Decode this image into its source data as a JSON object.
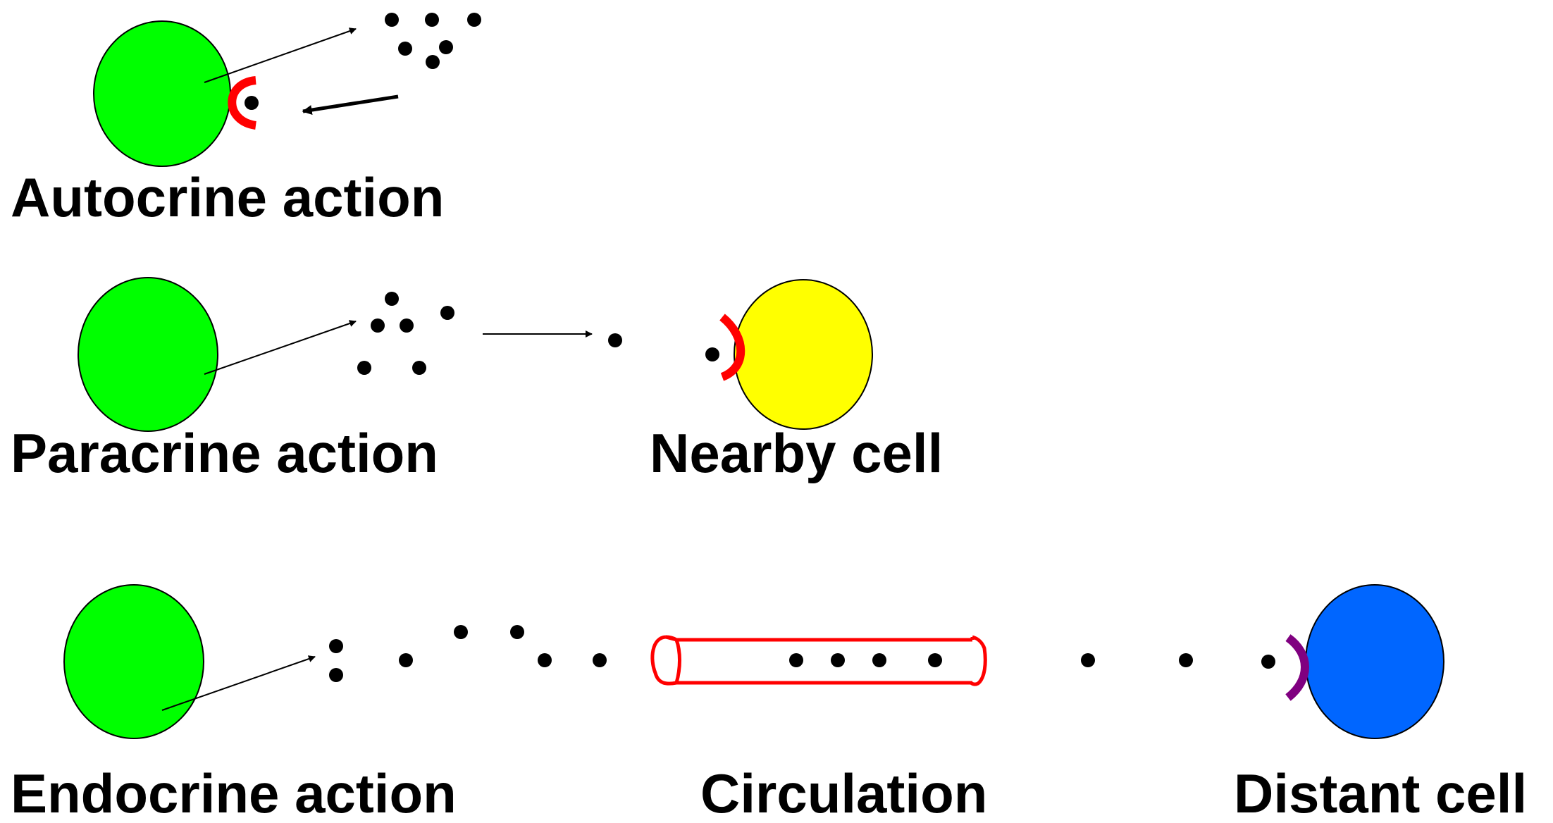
{
  "colors": {
    "secreting_cell": "#00ff00",
    "nearby_cell": "#ffff00",
    "distant_cell": "#0066ff",
    "receptor_red": "#ff0000",
    "receptor_purple": "#800080",
    "vessel": "#ff0000",
    "molecule": "#000000",
    "outline": "#000000"
  },
  "rows": {
    "autocrine": {
      "label": "Autocrine action"
    },
    "paracrine": {
      "label": "Paracrine action",
      "target_label": "Nearby cell"
    },
    "endocrine": {
      "label": "Endocrine action",
      "vessel_label": "Circulation",
      "target_label": "Distant cell"
    }
  }
}
